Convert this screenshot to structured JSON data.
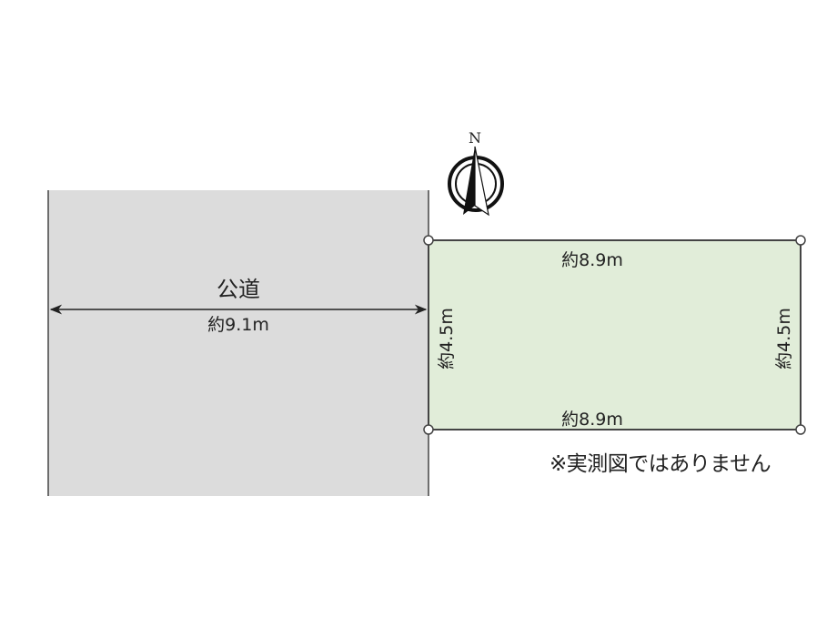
{
  "road": {
    "label": "公道",
    "width_label": "約9.1m"
  },
  "lot": {
    "top_label": "約8.9m",
    "bottom_label": "約8.9m",
    "left_label": "約4.5m",
    "right_label": "約4.5m"
  },
  "compass": {
    "north_label": "N"
  },
  "note": "※実測図ではありません",
  "colors": {
    "road": "#dcdcdc",
    "lot": "#e1edd9",
    "line": "#444444"
  }
}
